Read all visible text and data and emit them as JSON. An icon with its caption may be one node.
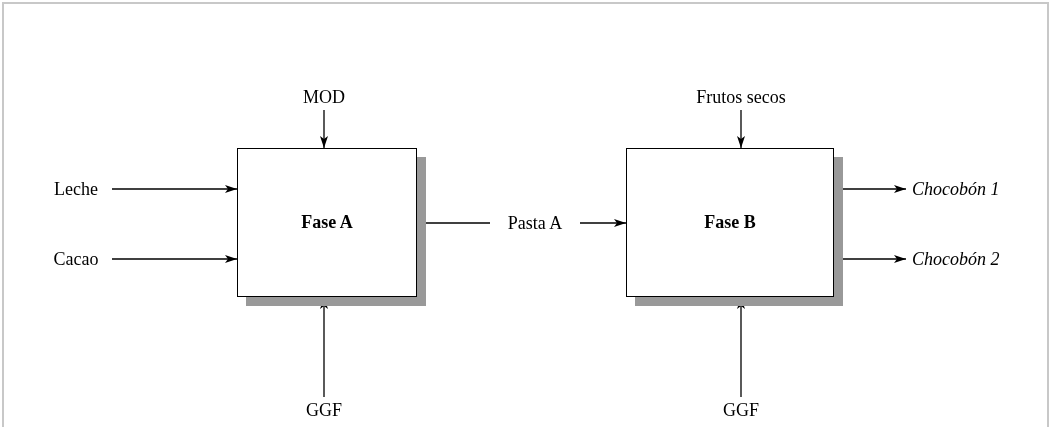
{
  "diagram": {
    "nodes": [
      {
        "text": [
          "MOD"
        ]
      },
      {
        "text": [
          "Leche"
        ]
      },
      {
        "text": [
          "Cacao"
        ]
      },
      {
        "text": [
          "Fase A"
        ]
      },
      {
        "text": [
          "GGF"
        ]
      },
      {
        "text": [
          "Pasta A"
        ]
      },
      {
        "text": [
          "Frutos secos"
        ]
      },
      {
        "text": [
          "Fase B"
        ]
      },
      {
        "text": [
          "GGF"
        ]
      },
      {
        "text": [
          "Chocobón 1"
        ]
      },
      {
        "text": [
          "Chocobón 2"
        ]
      }
    ],
    "edges": [
      {
        "from": 0,
        "to": 3,
        "arrow": "to"
      },
      {
        "from": 1,
        "to": 3,
        "arrow": "to"
      },
      {
        "from": 2,
        "to": 3,
        "arrow": "to"
      },
      {
        "from": 4,
        "to": 3,
        "arrow": "to"
      },
      {
        "from": 3,
        "to": 5,
        "arrow": "none"
      },
      {
        "from": 5,
        "to": 7,
        "arrow": "to"
      },
      {
        "from": 6,
        "to": 7,
        "arrow": "to"
      },
      {
        "from": 8,
        "to": 7,
        "arrow": "to"
      },
      {
        "from": 7,
        "to": 9,
        "arrow": "to"
      },
      {
        "from": 7,
        "to": 10,
        "arrow": "to"
      }
    ]
  }
}
